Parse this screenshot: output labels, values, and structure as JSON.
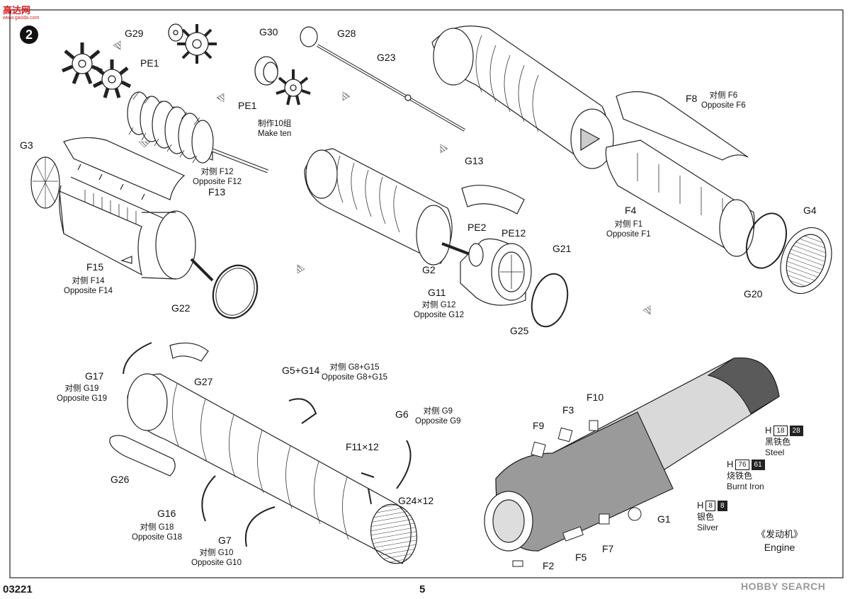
{
  "header": {
    "logo_text": "高达网",
    "logo_sub": "www.gaoda.com",
    "step_number": "2"
  },
  "footer": {
    "kit_code": "03221",
    "page_number": "5",
    "watermark": "HOBBY SEARCH"
  },
  "labels": {
    "g29": "G29",
    "pe1_top": "PE1",
    "pe1_mid": "PE1",
    "g30": "G30",
    "g28": "G28",
    "g23": "G23",
    "g3": "G3",
    "f13": "F13",
    "f15": "F15",
    "g22": "G22",
    "g13": "G13",
    "pe2": "PE2",
    "pe12": "PE12",
    "g2": "G2",
    "g21": "G21",
    "g11": "G11",
    "g25": "G25",
    "f8": "F8",
    "f4": "F4",
    "g4": "G4",
    "g20": "G20",
    "g17": "G17",
    "g27": "G27",
    "g26": "G26",
    "g16": "G16",
    "g7": "G7",
    "g5g14": "G5+G14",
    "g6": "G6",
    "f11x12": "F11×12",
    "g24x12": "G24×12",
    "f9": "F9",
    "f3": "F3",
    "f10": "F10",
    "g1": "G1",
    "f2": "F2",
    "f5": "F5",
    "f7": "F7"
  },
  "notes": {
    "make_ten": {
      "cn": "制作10组",
      "en": "Make ten"
    },
    "opp_f12": {
      "cn": "对侧 F12",
      "en": "Opposite F12"
    },
    "opp_f14": {
      "cn": "对侧 F14",
      "en": "Opposite F14"
    },
    "opp_g12": {
      "cn": "对侧 G12",
      "en": "Opposite G12"
    },
    "opp_f6": {
      "cn": "对侧 F6",
      "en": "Opposite F6"
    },
    "opp_f1": {
      "cn": "对侧 F1",
      "en": "Opposite F1"
    },
    "opp_g19": {
      "cn": "对侧 G19",
      "en": "Opposite G19"
    },
    "opp_g8g15": {
      "cn": "对侧 G8+G15",
      "en": "Opposite G8+G15"
    },
    "opp_g9": {
      "cn": "对侧 G9",
      "en": "Opposite G9"
    },
    "opp_g18": {
      "cn": "对侧 G18",
      "en": "Opposite G18"
    },
    "opp_g10": {
      "cn": "对侧 G10",
      "en": "Opposite G10"
    }
  },
  "paints": [
    {
      "prefix": "H",
      "code1": "18",
      "code2": "28",
      "cn": "黑铁色",
      "en": "Steel"
    },
    {
      "prefix": "H",
      "code1": "76",
      "code2": "61",
      "cn": "烧铁色",
      "en": "Burnt Iron"
    },
    {
      "prefix": "H",
      "code1": "8",
      "code2": "8",
      "cn": "银色",
      "en": "Silver"
    }
  ],
  "caption": {
    "cn": "《发动机》",
    "en": "Engine"
  },
  "colors": {
    "ink": "#1a1a1a",
    "shade": "#9a9a9a",
    "logo_red": "#d81e1e"
  }
}
